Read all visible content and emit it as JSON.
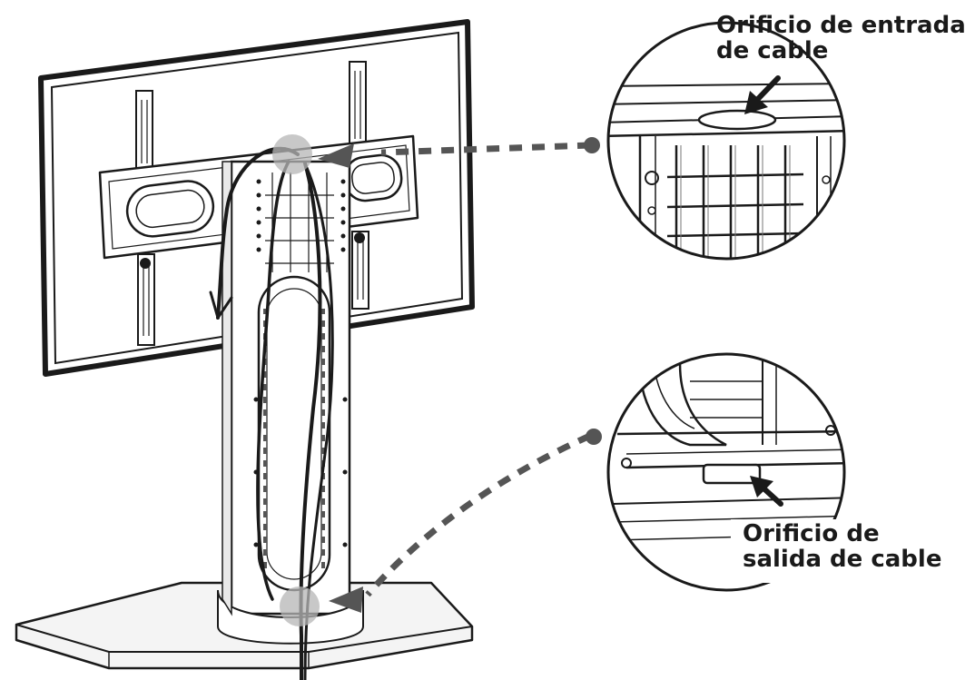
{
  "callouts": {
    "entry": {
      "line1": "Orificio de entrada",
      "line2": "de cable"
    },
    "exit": {
      "line1": "Orificio de",
      "line2": "salida de cable"
    }
  },
  "colors": {
    "ink": "#1a1a1a",
    "leader": "#555555",
    "highlight": "#b5b5b5",
    "background": "#ffffff"
  },
  "icons": [
    "arrow-icon",
    "callout-dot-icon",
    "cable-hole-highlight-icon"
  ]
}
